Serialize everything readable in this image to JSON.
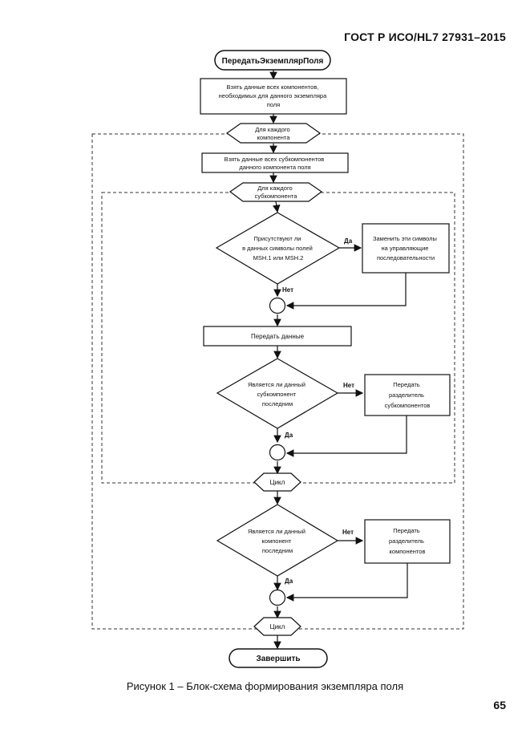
{
  "header": {
    "standard_code": "ГОСТ Р ИСО/HL7 27931–2015"
  },
  "flowchart": {
    "start": "ПередатьЭкземплярПоля",
    "get_components": [
      "Взять данные всех компонентов,",
      "необходимых для данного экземпляра",
      "поля"
    ],
    "loop_components": [
      "Для каждого",
      "компонента"
    ],
    "get_subcomponents": [
      "Взять данные всех субкомпонентов",
      "данного компонента поля"
    ],
    "loop_subcomponents": [
      "Для каждого",
      "субкомпонента"
    ],
    "decision_special_chars": [
      "Присутствуют ли",
      "в данных символы полей",
      "MSH.1 или MSH.2"
    ],
    "replace_chars": [
      "Заменить эти символы",
      "на управляющие",
      "последовательности"
    ],
    "send_data": "Передать данные",
    "decision_last_subcomponent": [
      "Является ли данный",
      "субкомпонент",
      "последним"
    ],
    "send_subcomponent_separator": [
      "Передать",
      "разделитель",
      "субкомпонентов"
    ],
    "loop_end_inner": "Цикл",
    "decision_last_component": [
      "Является ли данный",
      "компонент",
      "последним"
    ],
    "send_component_separator": [
      "Передать",
      "разделитель",
      "компонентов"
    ],
    "loop_end_outer": "Цикл",
    "end": "Завершить",
    "label_yes": "Да",
    "label_no": "Нет"
  },
  "caption": "Рисунок 1 –  Блок-схема формирования экземпляра поля",
  "page_number": "65"
}
